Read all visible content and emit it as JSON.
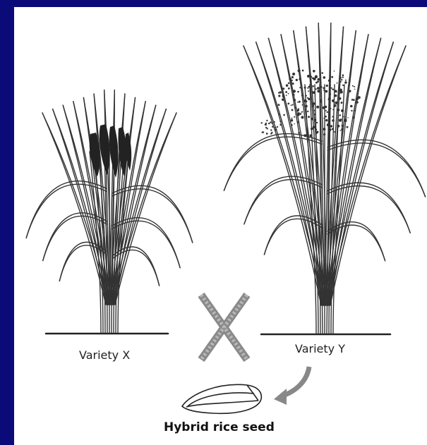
{
  "figure": {
    "plants": [
      {
        "label": "Variety X",
        "panicle_type": "dense"
      },
      {
        "label": "Variety Y",
        "panicle_type": "loose"
      }
    ],
    "cross_symbol": "cross-mark",
    "result_caption": "Hybrid rice seed"
  }
}
